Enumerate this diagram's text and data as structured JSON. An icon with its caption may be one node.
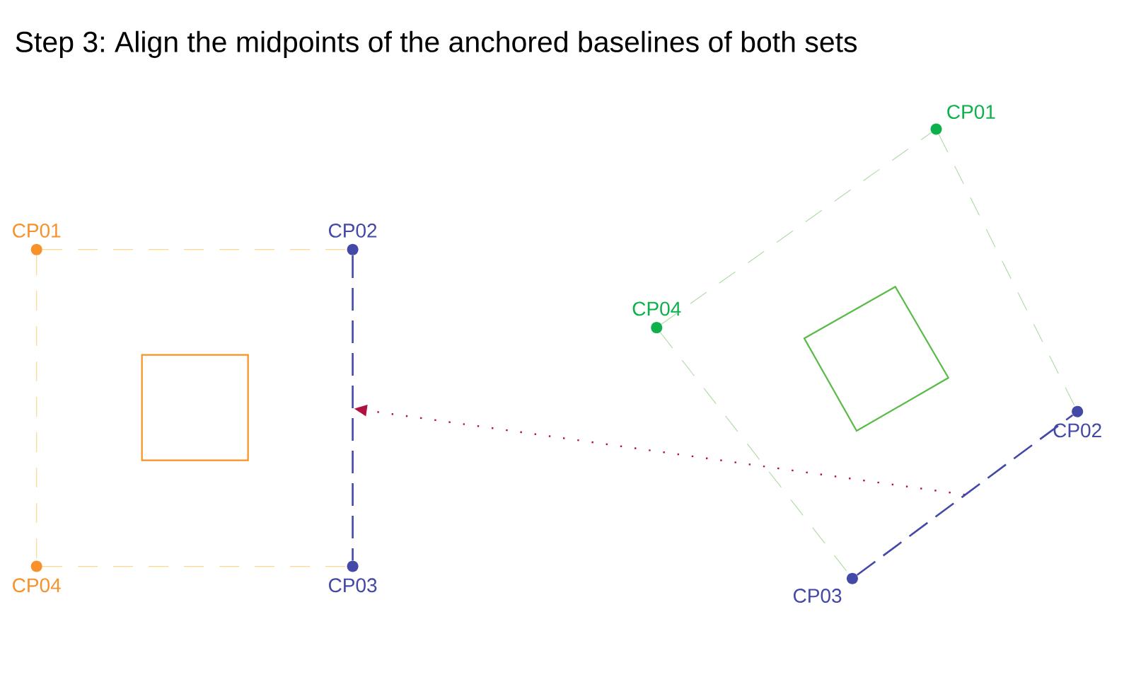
{
  "diagram": {
    "title": "Step 3: Align the midpoints of the anchored baselines of both sets",
    "nodes": [
      {
        "text": [
          "CP01"
        ]
      },
      {
        "text": [
          "CP02"
        ]
      },
      {
        "text": [
          "CP03"
        ]
      },
      {
        "text": [
          "CP04"
        ]
      },
      {
        "text": [
          "CP01"
        ]
      },
      {
        "text": [
          "CP02"
        ]
      },
      {
        "text": [
          "CP03"
        ]
      },
      {
        "text": [
          "CP04"
        ]
      },
      {
        "text": [],
        "shape": "box"
      },
      {
        "text": [],
        "shape": "box"
      }
    ],
    "edges": [
      {
        "from": 0,
        "to": 1,
        "arrow": "none",
        "style": "dashed",
        "color": "#fbd98c"
      },
      {
        "from": 0,
        "to": 3,
        "arrow": "none",
        "style": "dashed",
        "color": "#fbd98c"
      },
      {
        "from": 3,
        "to": 2,
        "arrow": "none",
        "style": "dashed",
        "color": "#fbd98c"
      },
      {
        "from": 1,
        "to": 2,
        "arrow": "none",
        "style": "dashed",
        "color": "#4448a6"
      },
      {
        "from": 7,
        "to": 4,
        "arrow": "none",
        "style": "dashed",
        "color": "#b2dcaa"
      },
      {
        "from": 4,
        "to": 5,
        "arrow": "none",
        "style": "dashed",
        "color": "#b2dcaa"
      },
      {
        "from": 7,
        "to": 6,
        "arrow": "none",
        "style": "dashed",
        "color": "#b2dcaa"
      },
      {
        "from": 6,
        "to": 5,
        "arrow": "none",
        "style": "dashed",
        "color": "#4448a6"
      }
    ]
  }
}
